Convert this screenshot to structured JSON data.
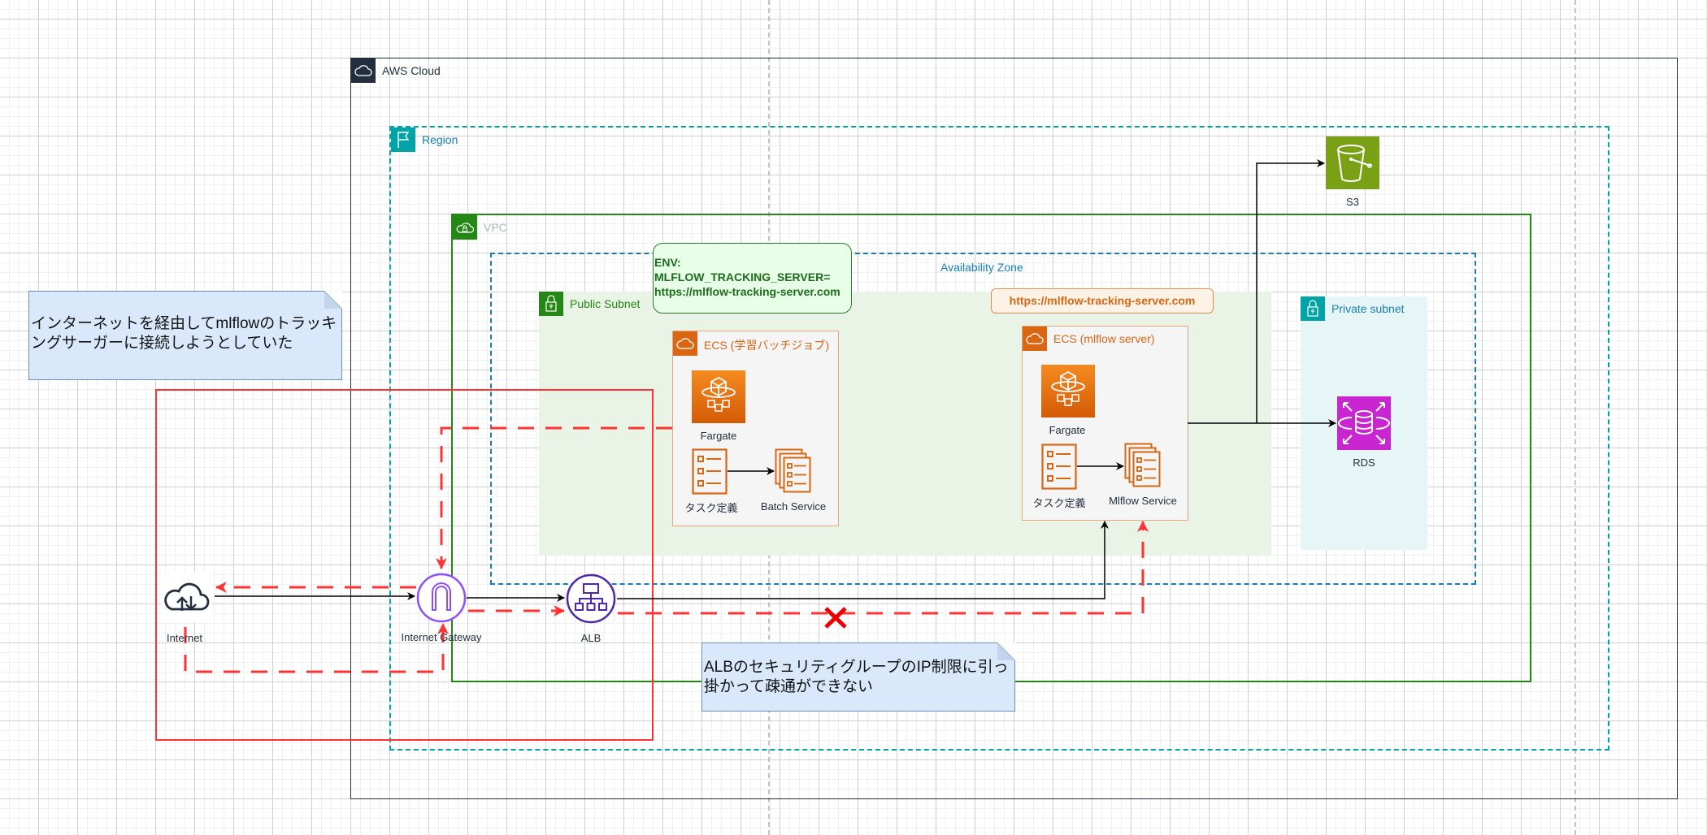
{
  "groups": {
    "aws_cloud": {
      "label": "AWS Cloud",
      "icon": "cloud-icon"
    },
    "region": {
      "label": "Region",
      "icon": "flag-icon"
    },
    "vpc": {
      "label": "VPC",
      "icon": "vpc-cloud-lock-icon"
    },
    "availability_zone": {
      "label": "Availability Zone"
    },
    "public_subnet": {
      "label": "Public Subnet",
      "icon": "lock-icon"
    },
    "private_subnet": {
      "label": "Private subnet",
      "icon": "lock-icon"
    },
    "ecs_batch": {
      "label": "ECS (学習バッチジョブ)",
      "icon": "cloud-icon"
    },
    "ecs_mlflow": {
      "label": "ECS (mlflow server)",
      "icon": "cloud-icon"
    }
  },
  "env_box": {
    "line1": "ENV:",
    "line2": "MLFLOW_TRACKING_SERVER=",
    "line3": "https://mlflow-tracking-server.com"
  },
  "url_badge": "https://mlflow-tracking-server.com",
  "nodes": {
    "internet": {
      "label": "Internet",
      "icon": "internet-cloud-icon"
    },
    "internet_gateway": {
      "label": "Internet Gateway",
      "icon": "internet-gateway-icon"
    },
    "alb": {
      "label": "ALB",
      "icon": "load-balancer-icon"
    },
    "s3": {
      "label": "S3",
      "icon": "s3-bucket-icon"
    },
    "rds": {
      "label": "RDS",
      "icon": "rds-database-icon"
    },
    "batch_fargate": {
      "label": "Fargate",
      "icon": "fargate-icon"
    },
    "batch_task_def": {
      "label": "タスク定義",
      "icon": "task-definition-icon"
    },
    "batch_service": {
      "label": "Batch Service",
      "icon": "ecs-service-icon"
    },
    "mlflow_fargate": {
      "label": "Fargate",
      "icon": "fargate-icon"
    },
    "mlflow_task_def": {
      "label": "タスク定義",
      "icon": "task-definition-icon"
    },
    "mlflow_service": {
      "label": "Mlflow Service",
      "icon": "ecs-service-icon"
    }
  },
  "notes": {
    "internet_attempt": "インターネットを経由してmlflowのトラッキングサーガーに接続しようとしていた",
    "alb_blocked": "ALBのセキュリティグループのIP制限に引っ掛かって疎通ができない"
  },
  "colors": {
    "aws_dark": "#232f3e",
    "region_teal": "#00a4a6",
    "vpc_green": "#248814",
    "az_blue": "#147eba",
    "ecs_orange": "#d86613",
    "s3_green": "#7aa116",
    "rds_magenta": "#c925d1",
    "network_purple": "#8c4fff",
    "alb_purple": "#4d27aa",
    "error_red": "#ff3333"
  }
}
